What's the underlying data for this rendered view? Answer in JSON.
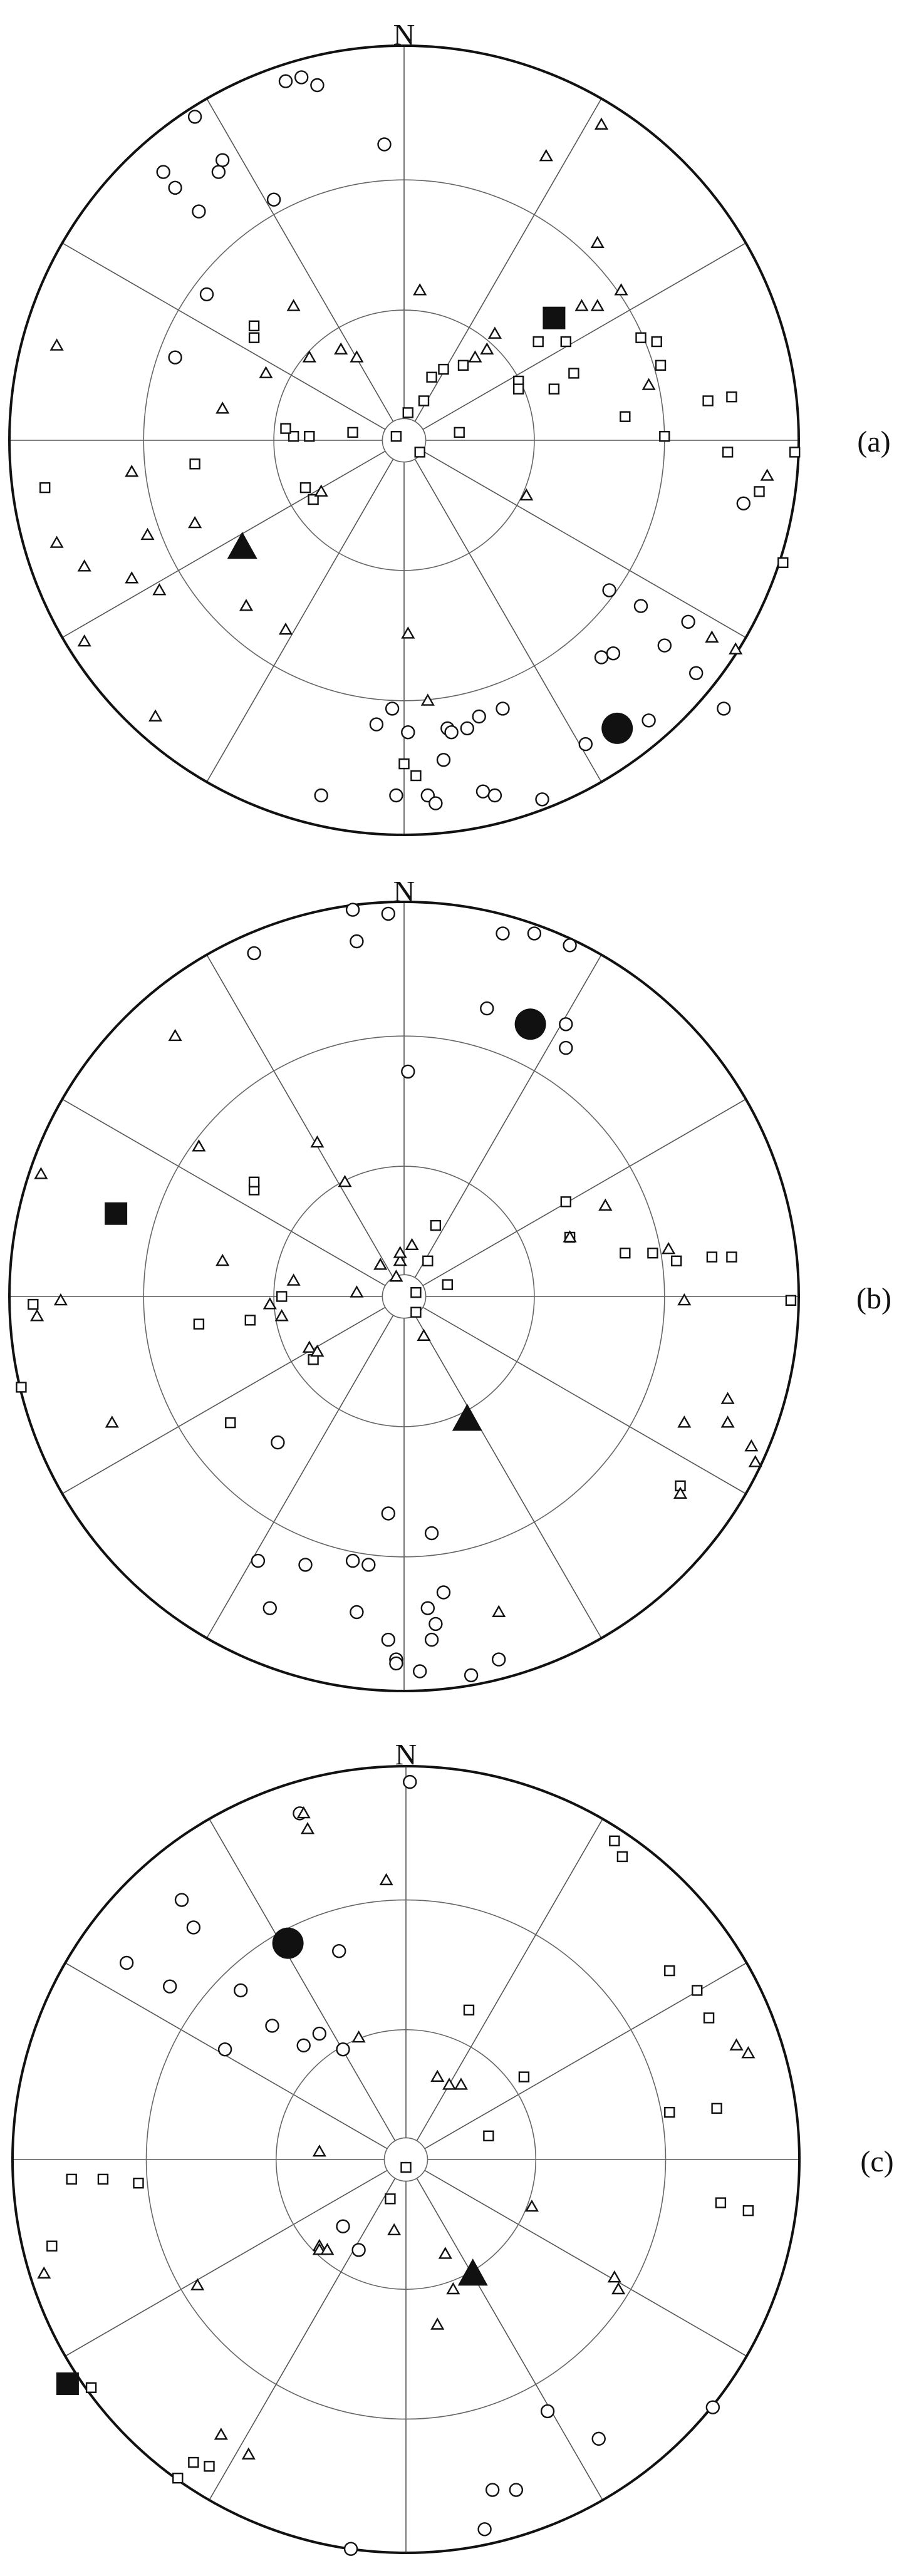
{
  "north_label": "N",
  "chart_data": [
    {
      "type": "scatter",
      "projection": "polar-stereonet",
      "panel_label": "(a)",
      "north_label": "N",
      "grid": {
        "rings": 3,
        "spokes": 12,
        "note": ""
      },
      "mean_circle": {
        "x": 0.54,
        "y": -0.73
      },
      "mean_square": {
        "x": 0.38,
        "y": 0.31
      },
      "mean_triangle": {
        "x": -0.41,
        "y": -0.27
      },
      "circles": [
        {
          "x": -0.3,
          "y": 0.91
        },
        {
          "x": -0.26,
          "y": 0.92
        },
        {
          "x": -0.22,
          "y": 0.9
        },
        {
          "x": -0.53,
          "y": 0.82
        },
        {
          "x": -0.46,
          "y": 0.71
        },
        {
          "x": -0.47,
          "y": 0.68
        },
        {
          "x": -0.61,
          "y": 0.68
        },
        {
          "x": -0.58,
          "y": 0.64
        },
        {
          "x": -0.52,
          "y": 0.58
        },
        {
          "x": -0.33,
          "y": 0.61
        },
        {
          "x": -0.05,
          "y": 0.75
        },
        {
          "x": -0.5,
          "y": 0.37
        },
        {
          "x": -0.58,
          "y": 0.21
        },
        {
          "x": 0.86,
          "y": -0.16
        },
        {
          "x": 0.52,
          "y": -0.38
        },
        {
          "x": 0.6,
          "y": -0.42
        },
        {
          "x": 0.72,
          "y": -0.46
        },
        {
          "x": 0.66,
          "y": -0.52
        },
        {
          "x": 0.5,
          "y": -0.55
        },
        {
          "x": 0.53,
          "y": -0.54
        },
        {
          "x": 0.74,
          "y": -0.59
        },
        {
          "x": 0.81,
          "y": -0.68
        },
        {
          "x": 0.62,
          "y": -0.71
        },
        {
          "x": 0.46,
          "y": -0.77
        },
        {
          "x": 0.25,
          "y": -0.68
        },
        {
          "x": 0.19,
          "y": -0.7
        },
        {
          "x": 0.16,
          "y": -0.73
        },
        {
          "x": 0.11,
          "y": -0.73
        },
        {
          "x": 0.12,
          "y": -0.74
        },
        {
          "x": 0.1,
          "y": -0.81
        },
        {
          "x": 0.01,
          "y": -0.74
        },
        {
          "x": -0.03,
          "y": -0.68
        },
        {
          "x": -0.07,
          "y": -0.72
        },
        {
          "x": -0.02,
          "y": -0.9
        },
        {
          "x": 0.06,
          "y": -0.9
        },
        {
          "x": 0.08,
          "y": -0.92
        },
        {
          "x": 0.2,
          "y": -0.89
        },
        {
          "x": 0.23,
          "y": -0.9
        },
        {
          "x": 0.35,
          "y": -0.91
        },
        {
          "x": -0.21,
          "y": -0.9
        }
      ],
      "squares": [
        {
          "x": 0.34,
          "y": 0.25
        },
        {
          "x": 0.41,
          "y": 0.25
        },
        {
          "x": 0.43,
          "y": 0.17
        },
        {
          "x": 0.38,
          "y": 0.13
        },
        {
          "x": 0.29,
          "y": 0.15
        },
        {
          "x": 0.29,
          "y": 0.13
        },
        {
          "x": 0.6,
          "y": 0.26
        },
        {
          "x": 0.64,
          "y": 0.25
        },
        {
          "x": 0.65,
          "y": 0.19
        },
        {
          "x": 0.77,
          "y": 0.1
        },
        {
          "x": 0.83,
          "y": 0.11
        },
        {
          "x": 0.56,
          "y": 0.06
        },
        {
          "x": 0.66,
          "y": 0.01
        },
        {
          "x": 0.82,
          "y": -0.03
        },
        {
          "x": 0.99,
          "y": -0.03
        },
        {
          "x": 0.9,
          "y": -0.13
        },
        {
          "x": 0.96,
          "y": -0.31
        },
        {
          "x": 0.15,
          "y": 0.19
        },
        {
          "x": 0.1,
          "y": 0.18
        },
        {
          "x": 0.07,
          "y": 0.16
        },
        {
          "x": 0.05,
          "y": 0.1
        },
        {
          "x": 0.01,
          "y": 0.07
        },
        {
          "x": 0.14,
          "y": 0.02
        },
        {
          "x": 0.04,
          "y": -0.03
        },
        {
          "x": -0.38,
          "y": 0.29
        },
        {
          "x": -0.38,
          "y": 0.26
        },
        {
          "x": -0.28,
          "y": 0.01
        },
        {
          "x": -0.3,
          "y": 0.03
        },
        {
          "x": -0.24,
          "y": 0.01
        },
        {
          "x": -0.13,
          "y": 0.02
        },
        {
          "x": -0.25,
          "y": -0.12
        },
        {
          "x": -0.23,
          "y": -0.15
        },
        {
          "x": -0.02,
          "y": 0.01
        },
        {
          "x": -0.53,
          "y": -0.06
        },
        {
          "x": -0.91,
          "y": -0.12
        },
        {
          "x": 0.03,
          "y": -0.85
        },
        {
          "x": 0.0,
          "y": -0.82
        }
      ],
      "triangles": [
        {
          "x": 0.5,
          "y": 0.8
        },
        {
          "x": 0.36,
          "y": 0.72
        },
        {
          "x": 0.49,
          "y": 0.5
        },
        {
          "x": 0.55,
          "y": 0.38
        },
        {
          "x": 0.45,
          "y": 0.34
        },
        {
          "x": 0.49,
          "y": 0.34
        },
        {
          "x": 0.62,
          "y": 0.14
        },
        {
          "x": 0.04,
          "y": 0.38
        },
        {
          "x": 0.23,
          "y": 0.27
        },
        {
          "x": 0.21,
          "y": 0.23
        },
        {
          "x": 0.18,
          "y": 0.21
        },
        {
          "x": -0.28,
          "y": 0.34
        },
        {
          "x": -0.16,
          "y": 0.23
        },
        {
          "x": -0.12,
          "y": 0.21
        },
        {
          "x": -0.24,
          "y": 0.21
        },
        {
          "x": -0.35,
          "y": 0.17
        },
        {
          "x": -0.46,
          "y": 0.08
        },
        {
          "x": -0.88,
          "y": 0.24
        },
        {
          "x": -0.21,
          "y": -0.13
        },
        {
          "x": -0.69,
          "y": -0.08
        },
        {
          "x": -0.53,
          "y": -0.21
        },
        {
          "x": -0.65,
          "y": -0.24
        },
        {
          "x": -0.88,
          "y": -0.26
        },
        {
          "x": -0.81,
          "y": -0.32
        },
        {
          "x": -0.69,
          "y": -0.35
        },
        {
          "x": -0.62,
          "y": -0.38
        },
        {
          "x": -0.81,
          "y": -0.51
        },
        {
          "x": -0.4,
          "y": -0.42
        },
        {
          "x": -0.3,
          "y": -0.48
        },
        {
          "x": -0.63,
          "y": -0.7
        },
        {
          "x": 0.01,
          "y": -0.49
        },
        {
          "x": 0.06,
          "y": -0.66
        },
        {
          "x": 0.31,
          "y": -0.14
        },
        {
          "x": 0.92,
          "y": -0.09
        },
        {
          "x": 0.78,
          "y": -0.5
        },
        {
          "x": 0.84,
          "y": -0.53
        }
      ]
    },
    {
      "type": "scatter",
      "projection": "polar-stereonet",
      "panel_label": "(b)",
      "north_label": "N",
      "grid": {
        "rings": 3,
        "spokes": 12,
        "note": ""
      },
      "mean_circle": {
        "x": 0.32,
        "y": 0.69
      },
      "mean_square": {
        "x": -0.73,
        "y": 0.21
      },
      "mean_triangle": {
        "x": 0.16,
        "y": -0.31
      },
      "circles": [
        {
          "x": -0.13,
          "y": 0.98
        },
        {
          "x": -0.12,
          "y": 0.9
        },
        {
          "x": -0.04,
          "y": 0.97
        },
        {
          "x": 0.25,
          "y": 0.92
        },
        {
          "x": 0.33,
          "y": 0.92
        },
        {
          "x": 0.42,
          "y": 0.89
        },
        {
          "x": -0.38,
          "y": 0.87
        },
        {
          "x": 0.21,
          "y": 0.73
        },
        {
          "x": 0.41,
          "y": 0.63
        },
        {
          "x": 0.41,
          "y": 0.69
        },
        {
          "x": 0.01,
          "y": 0.57
        },
        {
          "x": -0.32,
          "y": -0.37
        },
        {
          "x": -0.04,
          "y": -0.55
        },
        {
          "x": 0.07,
          "y": -0.6
        },
        {
          "x": -0.37,
          "y": -0.67
        },
        {
          "x": -0.25,
          "y": -0.68
        },
        {
          "x": -0.13,
          "y": -0.67
        },
        {
          "x": -0.09,
          "y": -0.68
        },
        {
          "x": 0.1,
          "y": -0.75
        },
        {
          "x": 0.06,
          "y": -0.79
        },
        {
          "x": 0.08,
          "y": -0.83
        },
        {
          "x": -0.34,
          "y": -0.79
        },
        {
          "x": -0.12,
          "y": -0.8
        },
        {
          "x": -0.04,
          "y": -0.87
        },
        {
          "x": 0.07,
          "y": -0.87
        },
        {
          "x": -0.02,
          "y": -0.92
        },
        {
          "x": -0.02,
          "y": -0.93
        },
        {
          "x": 0.04,
          "y": -0.95
        },
        {
          "x": 0.17,
          "y": -0.96
        },
        {
          "x": 0.24,
          "y": -0.92
        }
      ],
      "squares": [
        {
          "x": -0.38,
          "y": 0.27
        },
        {
          "x": -0.38,
          "y": 0.29
        },
        {
          "x": -0.31,
          "y": 0.0
        },
        {
          "x": -0.52,
          "y": -0.07
        },
        {
          "x": -0.39,
          "y": -0.06
        },
        {
          "x": -0.23,
          "y": -0.16
        },
        {
          "x": -0.44,
          "y": -0.32
        },
        {
          "x": -0.94,
          "y": -0.02
        },
        {
          "x": -0.97,
          "y": -0.23
        },
        {
          "x": 0.08,
          "y": 0.18
        },
        {
          "x": 0.06,
          "y": 0.09
        },
        {
          "x": 0.03,
          "y": 0.01
        },
        {
          "x": 0.11,
          "y": 0.03
        },
        {
          "x": 0.03,
          "y": -0.04
        },
        {
          "x": 0.41,
          "y": 0.24
        },
        {
          "x": 0.42,
          "y": 0.15
        },
        {
          "x": 0.56,
          "y": 0.11
        },
        {
          "x": 0.63,
          "y": 0.11
        },
        {
          "x": 0.69,
          "y": 0.09
        },
        {
          "x": 0.78,
          "y": 0.1
        },
        {
          "x": 0.83,
          "y": 0.1
        },
        {
          "x": 0.98,
          "y": -0.01
        },
        {
          "x": 0.7,
          "y": -0.48
        }
      ],
      "triangles": [
        {
          "x": 0.05,
          "y": -0.1
        },
        {
          "x": -0.58,
          "y": 0.66
        },
        {
          "x": -0.52,
          "y": 0.38
        },
        {
          "x": -0.22,
          "y": 0.39
        },
        {
          "x": -0.15,
          "y": 0.29
        },
        {
          "x": -0.46,
          "y": 0.09
        },
        {
          "x": -0.28,
          "y": 0.04
        },
        {
          "x": -0.34,
          "y": -0.02
        },
        {
          "x": -0.31,
          "y": -0.05
        },
        {
          "x": -0.24,
          "y": -0.13
        },
        {
          "x": -0.22,
          "y": -0.14
        },
        {
          "x": -0.06,
          "y": 0.08
        },
        {
          "x": -0.02,
          "y": 0.05
        },
        {
          "x": -0.01,
          "y": 0.09
        },
        {
          "x": -0.01,
          "y": 0.11
        },
        {
          "x": 0.02,
          "y": 0.13
        },
        {
          "x": -0.12,
          "y": 0.01
        },
        {
          "x": -0.92,
          "y": 0.31
        },
        {
          "x": -0.93,
          "y": -0.05
        },
        {
          "x": -0.87,
          "y": -0.01
        },
        {
          "x": -0.74,
          "y": -0.32
        },
        {
          "x": 0.42,
          "y": 0.15
        },
        {
          "x": 0.51,
          "y": 0.23
        },
        {
          "x": 0.67,
          "y": 0.12
        },
        {
          "x": 0.71,
          "y": -0.01
        },
        {
          "x": 0.71,
          "y": -0.32
        },
        {
          "x": 0.82,
          "y": -0.26
        },
        {
          "x": 0.82,
          "y": -0.32
        },
        {
          "x": 0.88,
          "y": -0.38
        },
        {
          "x": 0.89,
          "y": -0.42
        },
        {
          "x": 0.7,
          "y": -0.5
        },
        {
          "x": 0.24,
          "y": -0.8
        }
      ]
    },
    {
      "type": "scatter",
      "projection": "polar-stereonet",
      "panel_label": "(c)",
      "north_label": "N",
      "grid": {
        "rings": 3,
        "spokes": 12,
        "note": ""
      },
      "mean_circle": {
        "x": -0.3,
        "y": 0.55
      },
      "mean_square": {
        "x": -0.86,
        "y": -0.57
      },
      "mean_triangle": {
        "x": 0.17,
        "y": -0.29
      },
      "circles": [
        {
          "x": 0.01,
          "y": 0.96
        },
        {
          "x": -0.27,
          "y": 0.88
        },
        {
          "x": -0.57,
          "y": 0.66
        },
        {
          "x": -0.54,
          "y": 0.59
        },
        {
          "x": -0.71,
          "y": 0.5
        },
        {
          "x": -0.6,
          "y": 0.44
        },
        {
          "x": -0.42,
          "y": 0.43
        },
        {
          "x": -0.17,
          "y": 0.53
        },
        {
          "x": -0.46,
          "y": 0.28
        },
        {
          "x": -0.34,
          "y": 0.34
        },
        {
          "x": -0.22,
          "y": 0.32
        },
        {
          "x": -0.26,
          "y": 0.29
        },
        {
          "x": -0.16,
          "y": 0.28
        },
        {
          "x": -0.16,
          "y": -0.17
        },
        {
          "x": -0.12,
          "y": -0.23
        },
        {
          "x": 0.36,
          "y": -0.64
        },
        {
          "x": 0.49,
          "y": -0.71
        },
        {
          "x": 0.28,
          "y": -0.84
        },
        {
          "x": 0.22,
          "y": -0.84
        },
        {
          "x": 0.2,
          "y": -0.94
        },
        {
          "x": -0.14,
          "y": -0.99
        },
        {
          "x": 0.78,
          "y": -0.63
        }
      ],
      "squares": [
        {
          "x": 0.53,
          "y": 0.81
        },
        {
          "x": 0.55,
          "y": 0.77
        },
        {
          "x": 0.67,
          "y": 0.48
        },
        {
          "x": 0.74,
          "y": 0.43
        },
        {
          "x": 0.77,
          "y": 0.36
        },
        {
          "x": 0.16,
          "y": 0.38
        },
        {
          "x": 0.3,
          "y": 0.21
        },
        {
          "x": 0.21,
          "y": 0.06
        },
        {
          "x": 0.0,
          "y": -0.02
        },
        {
          "x": 0.67,
          "y": 0.12
        },
        {
          "x": 0.79,
          "y": 0.13
        },
        {
          "x": 0.8,
          "y": -0.11
        },
        {
          "x": 0.87,
          "y": -0.13
        },
        {
          "x": -0.68,
          "y": -0.06
        },
        {
          "x": -0.85,
          "y": -0.05
        },
        {
          "x": -0.77,
          "y": -0.05
        },
        {
          "x": -0.04,
          "y": -0.1
        },
        {
          "x": -0.58,
          "y": -0.81
        },
        {
          "x": -0.54,
          "y": -0.77
        },
        {
          "x": -0.5,
          "y": -0.78
        },
        {
          "x": -0.8,
          "y": -0.58
        },
        {
          "x": -0.9,
          "y": -0.22
        }
      ],
      "triangles": [
        {
          "x": -0.26,
          "y": 0.88
        },
        {
          "x": -0.25,
          "y": 0.84
        },
        {
          "x": -0.05,
          "y": 0.71
        },
        {
          "x": -0.12,
          "y": 0.31
        },
        {
          "x": -0.22,
          "y": -0.22
        },
        {
          "x": 0.08,
          "y": 0.21
        },
        {
          "x": 0.11,
          "y": 0.19
        },
        {
          "x": 0.14,
          "y": 0.19
        },
        {
          "x": -0.22,
          "y": -0.23
        },
        {
          "x": -0.2,
          "y": -0.23
        },
        {
          "x": -0.22,
          "y": 0.02
        },
        {
          "x": 0.32,
          "y": -0.12
        },
        {
          "x": -0.53,
          "y": -0.32
        },
        {
          "x": -0.03,
          "y": -0.18
        },
        {
          "x": 0.1,
          "y": -0.24
        },
        {
          "x": 0.12,
          "y": -0.33
        },
        {
          "x": 0.08,
          "y": -0.42
        },
        {
          "x": 0.53,
          "y": -0.3
        },
        {
          "x": 0.54,
          "y": -0.33
        },
        {
          "x": -0.47,
          "y": -0.7
        },
        {
          "x": -0.4,
          "y": -0.75
        },
        {
          "x": 0.84,
          "y": 0.29
        },
        {
          "x": 0.87,
          "y": 0.27
        },
        {
          "x": -0.92,
          "y": -0.29
        }
      ]
    }
  ]
}
